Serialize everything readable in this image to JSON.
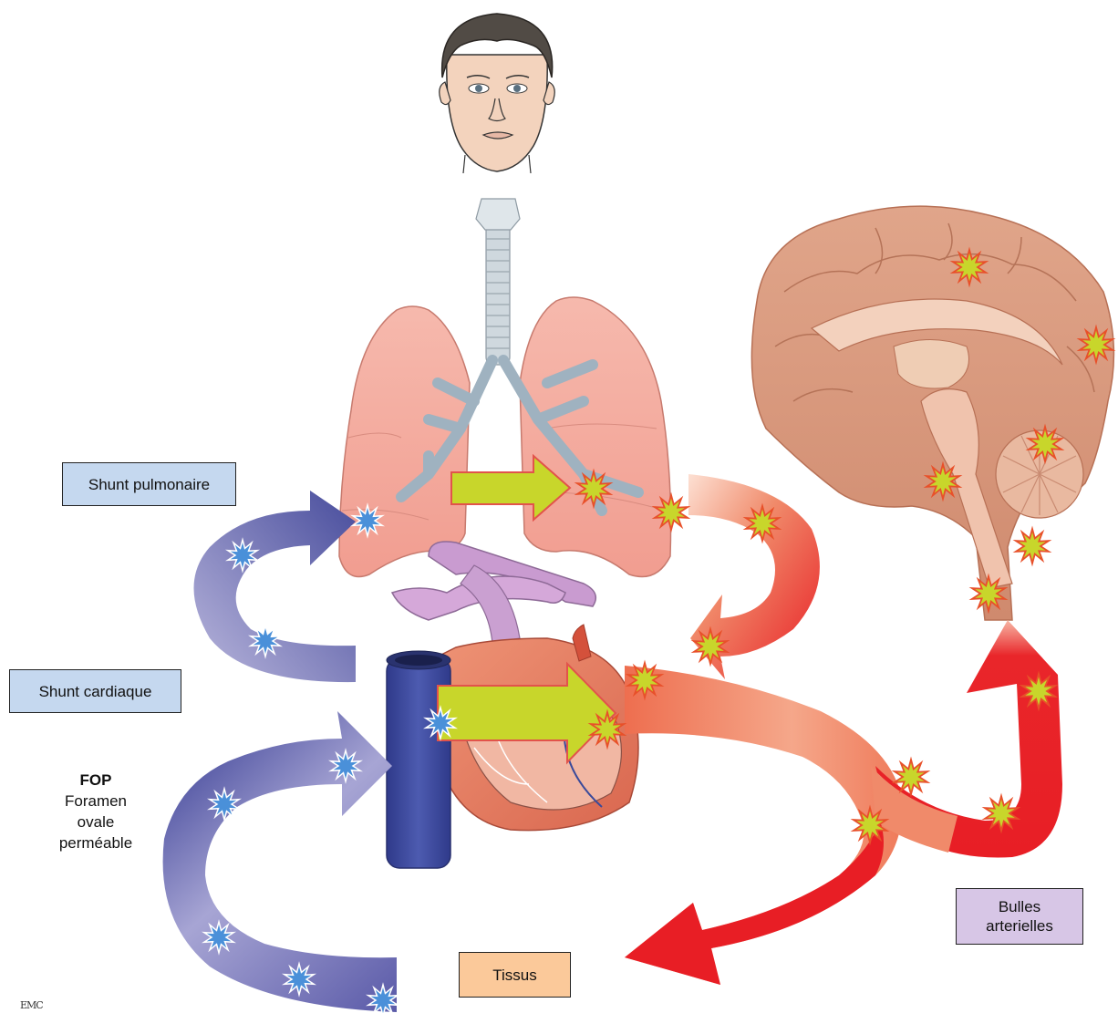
{
  "labels": {
    "shunt_pulmonaire": "Shunt pulmonaire",
    "shunt_cardiaque": "Shunt cardiaque",
    "fop_title": "FOP",
    "fop_line1": "Foramen",
    "fop_line2": "ovale",
    "fop_line3": "perméable",
    "tissus": "Tissus",
    "bulles_line1": "Bulles",
    "bulles_line2": "arterielles"
  },
  "logo_text": "EMC",
  "colors": {
    "venous_arrow": "#4a4f9e",
    "arterial_arrow": "#e81e25",
    "transfer_arrow": "#c8d62b",
    "venous_bubble": "#4a90d9",
    "arterial_bubble": "#c8d62b",
    "label_blue_bg": "#c5d8ef",
    "label_purple_bg": "#d7c6e6",
    "label_orange_bg": "#fbc99a",
    "lung": "#f4aa9e",
    "brain": "#d99a7e",
    "heart": "#e8826b",
    "vessel": "#3f4a9c"
  }
}
